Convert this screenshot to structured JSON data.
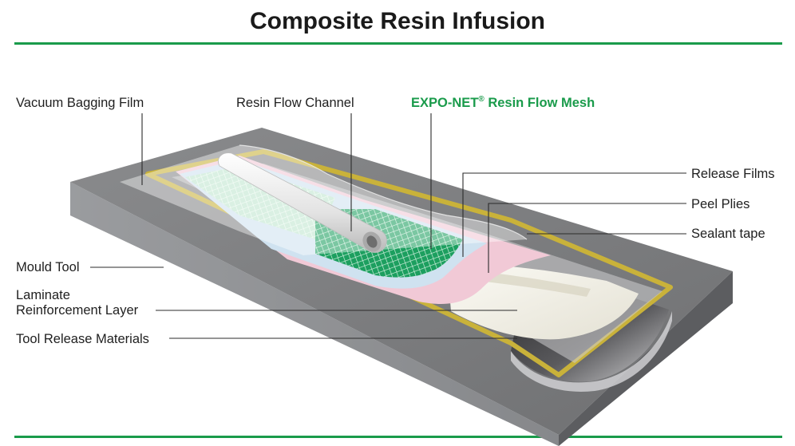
{
  "title": "Composite Resin Infusion",
  "labels": {
    "vacuum_bagging_film": "Vacuum Bagging Film",
    "resin_flow_channel": "Resin Flow Channel",
    "flow_mesh_brand": "EXPO-NET",
    "flow_mesh_reg": "®",
    "flow_mesh_suffix": " Resin Flow Mesh",
    "release_films": "Release Films",
    "peel_plies": "Peel Plies",
    "sealant_tape": "Sealant tape",
    "mould_tool": "Mould Tool",
    "laminate_line1": "Laminate",
    "laminate_line2": "Reinforcement Layer",
    "tool_release_materials": "Tool Release Materials"
  },
  "colors": {
    "accent_green": "#1a9b4b",
    "tool_top": "#7d7e80",
    "tool_front": "#8e8f92",
    "tool_side": "#5e5f62",
    "sealant": "#c9b23a",
    "peel_ply": "#f1c9d6",
    "release_film": "#cfe2f0",
    "mesh": "#20a866",
    "laminate": "#f2f0e8"
  }
}
